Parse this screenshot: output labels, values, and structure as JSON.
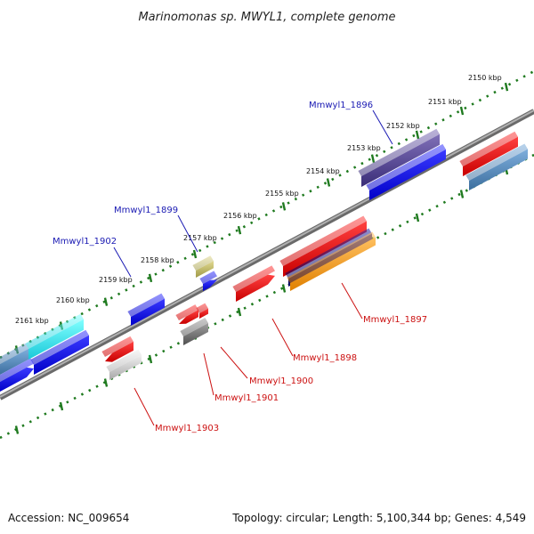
{
  "title": "Marinomonas sp. MWYL1, complete genome",
  "accession": "Accession: NC_009654",
  "topology": "Topology: circular; Length: 5,100,344 bp; Genes: 4,549",
  "colors": {
    "backbone": "#8a8a8a",
    "ruler_dots": "#1f7a1f",
    "label_blue": "#1a1ab3",
    "label_red": "#cc1111"
  },
  "ruler_ticks": [
    "2150 kbp",
    "2151 kbp",
    "2152 kbp",
    "2153 kbp",
    "2154 kbp",
    "2155 kbp",
    "2156 kbp",
    "2157 kbp",
    "2158 kbp",
    "2159 kbp",
    "2160 kbp",
    "2161 kbp"
  ],
  "gene_labels": {
    "mmwyl1_1896": "Mmwyl1_1896",
    "mmwyl1_1897": "Mmwyl1_1897",
    "mmwyl1_1898": "Mmwyl1_1898",
    "mmwyl1_1899": "Mmwyl1_1899",
    "mmwyl1_1900": "Mmwyl1_1900",
    "mmwyl1_1901": "Mmwyl1_1901",
    "mmwyl1_1902": "Mmwyl1_1902",
    "mmwyl1_1903": "Mmwyl1_1903"
  }
}
